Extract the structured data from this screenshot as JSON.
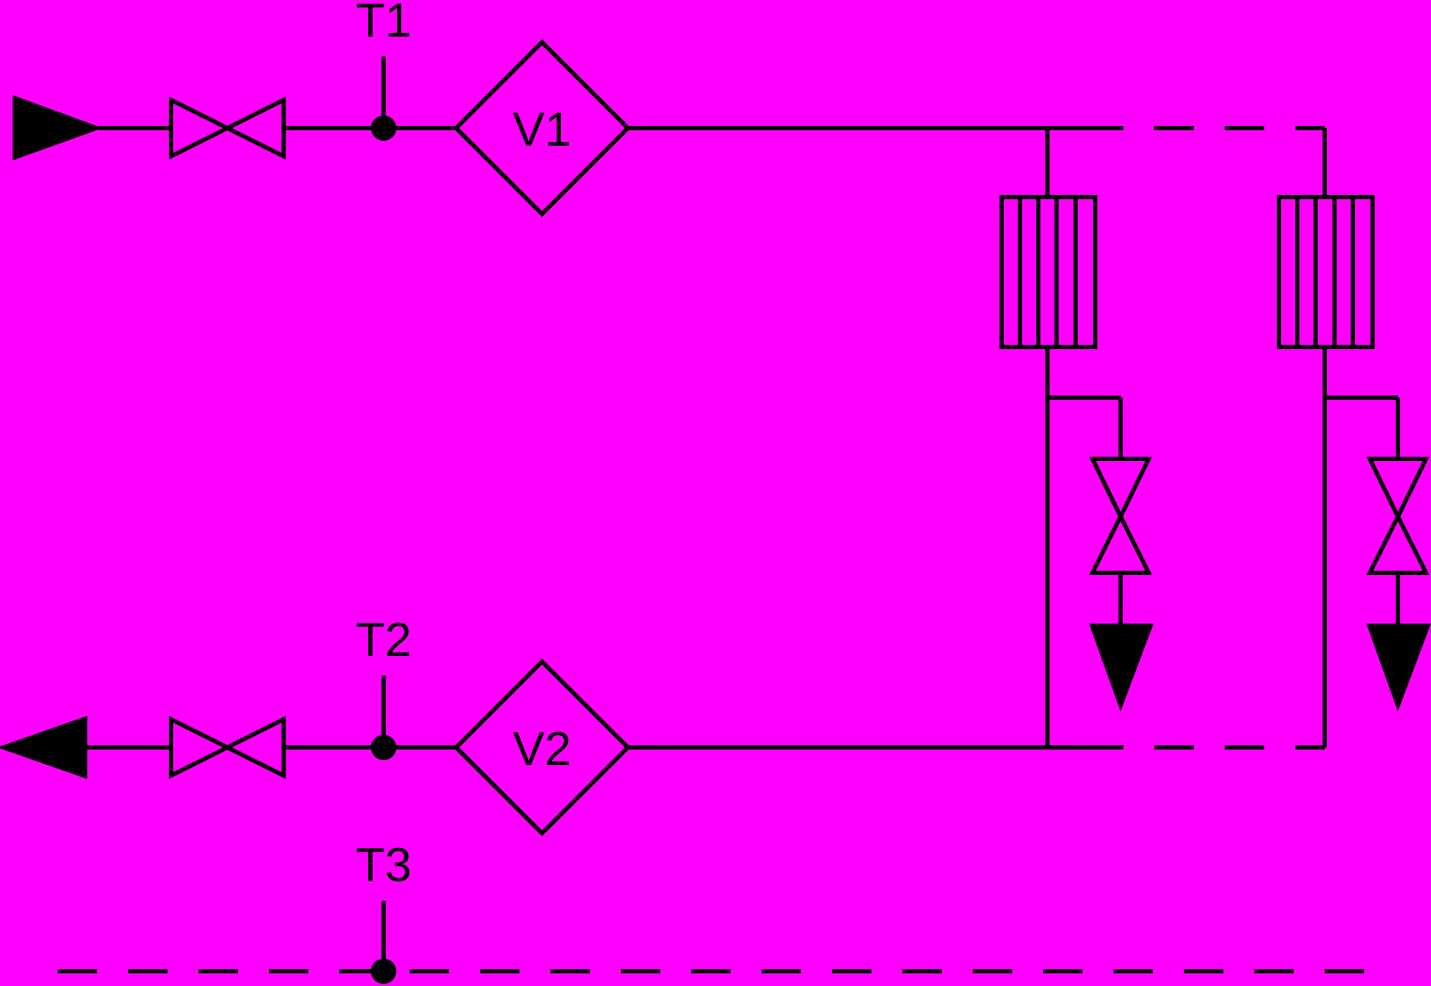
{
  "diagram": {
    "background_color": "#FF00FF",
    "line_color": "#000000",
    "labels": {
      "t1": "T1",
      "t2": "T2",
      "t3": "T3",
      "v1": "V1",
      "v2": "V2"
    }
  }
}
